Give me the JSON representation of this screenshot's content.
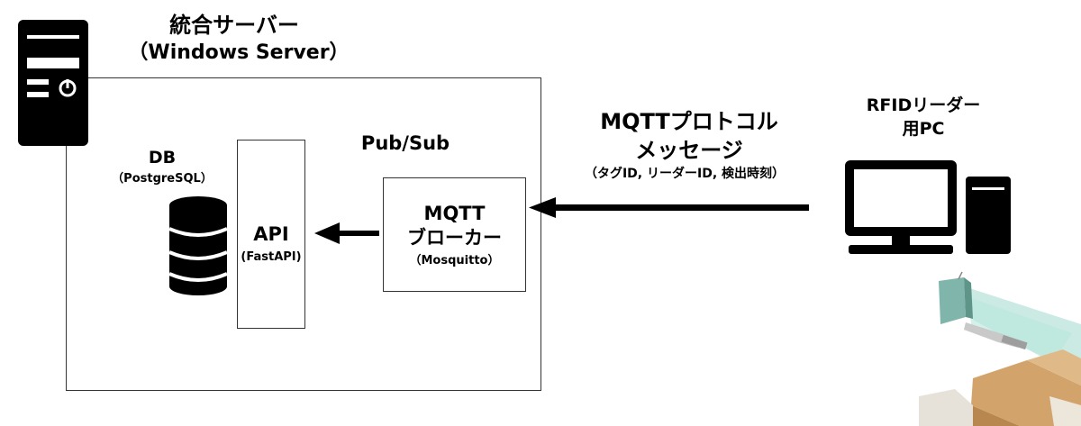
{
  "server": {
    "title_line1": "統合サーバー",
    "title_line2": "（Windows Server）"
  },
  "db": {
    "label": "DB",
    "sublabel": "（PostgreSQL）"
  },
  "api": {
    "label": "API",
    "sublabel": "(FastAPI)"
  },
  "pubsub": {
    "label": "Pub/Sub"
  },
  "broker": {
    "line1": "MQTT",
    "line2": "ブローカー",
    "sublabel": "（Mosquitto）"
  },
  "message": {
    "line1": "MQTTプロトコル",
    "line2": "メッセージ",
    "detail": "（タグID, リーダーID, 検出時刻）"
  },
  "reader_pc": {
    "line1": "RFIDリーダー",
    "line2": "用PC"
  },
  "colors": {
    "line": "#000000",
    "box_border": "#333333",
    "beam": "#9ed8cc",
    "box_cardboard": "#d2a46c"
  },
  "icons": {
    "server": "server-tower-icon",
    "database": "database-icon",
    "desktop": "desktop-pc-icon",
    "rfid": "rfid-reader-scene-icon"
  }
}
